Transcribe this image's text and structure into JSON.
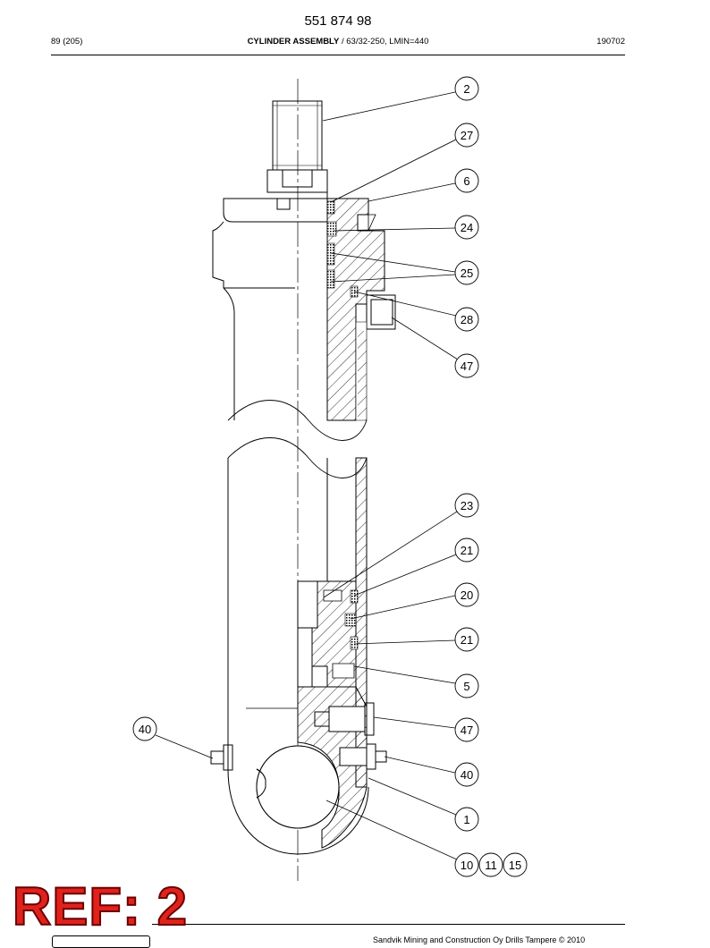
{
  "header": {
    "part_number": "551 874 98",
    "page": "89 (205)",
    "title_bold": "CYLINDER ASSEMBLY",
    "title_rest": " / 63/32-250, LMIN=440",
    "date_code": "190702"
  },
  "callouts": [
    {
      "id": "c2",
      "label": "2"
    },
    {
      "id": "c27",
      "label": "27"
    },
    {
      "id": "c6",
      "label": "6"
    },
    {
      "id": "c24",
      "label": "24"
    },
    {
      "id": "c25",
      "label": "25"
    },
    {
      "id": "c28",
      "label": "28"
    },
    {
      "id": "c47a",
      "label": "47"
    },
    {
      "id": "c23",
      "label": "23"
    },
    {
      "id": "c21a",
      "label": "21"
    },
    {
      "id": "c20",
      "label": "20"
    },
    {
      "id": "c21b",
      "label": "21"
    },
    {
      "id": "c5",
      "label": "5"
    },
    {
      "id": "c47b",
      "label": "47"
    },
    {
      "id": "c40a",
      "label": "40"
    },
    {
      "id": "c40b",
      "label": "40"
    },
    {
      "id": "c1",
      "label": "1"
    },
    {
      "id": "c10",
      "label": "10"
    },
    {
      "id": "c11",
      "label": "11"
    },
    {
      "id": "c15",
      "label": "15"
    }
  ],
  "stamp": "REF: 2",
  "footer": "Sandvik Mining and Construction Oy Drills Tampere © 2010"
}
